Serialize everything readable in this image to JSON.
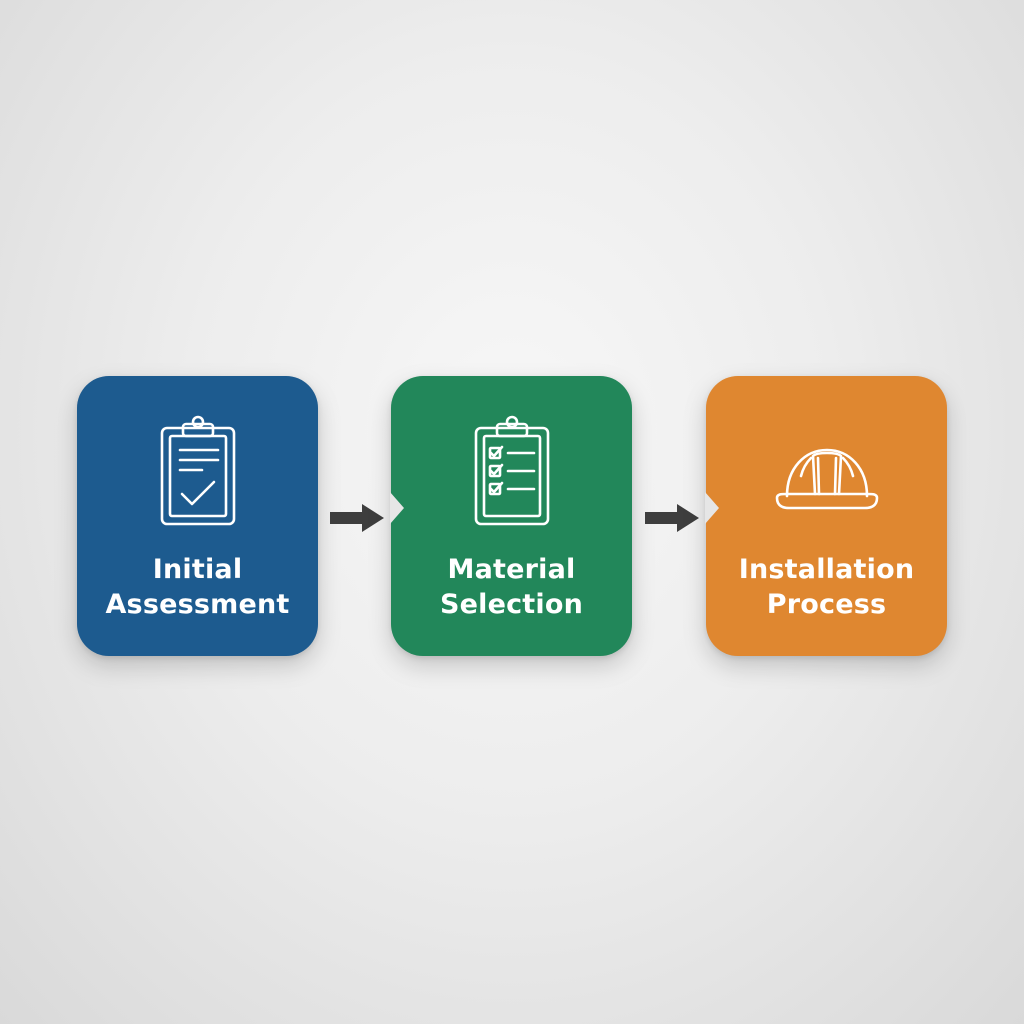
{
  "colors": {
    "step_1": "#1d5b8f",
    "step_2": "#22875a",
    "step_3": "#df8730",
    "arrow": "#3e3e3e",
    "background": "#eeeeee"
  },
  "steps": [
    {
      "line_1": "Initial",
      "line_2": "Assessment",
      "icon": "clipboard-check-icon"
    },
    {
      "line_1": "Material",
      "line_2": "Selection",
      "icon": "clipboard-checklist-icon"
    },
    {
      "line_1": "Installation",
      "line_2": "Process",
      "icon": "hard-hat-icon"
    }
  ],
  "connectors": [
    {
      "from": "Initial Assessment",
      "to": "Material Selection",
      "icon": "arrow-right-icon"
    },
    {
      "from": "Material Selection",
      "to": "Installation Process",
      "icon": "arrow-right-icon"
    }
  ]
}
